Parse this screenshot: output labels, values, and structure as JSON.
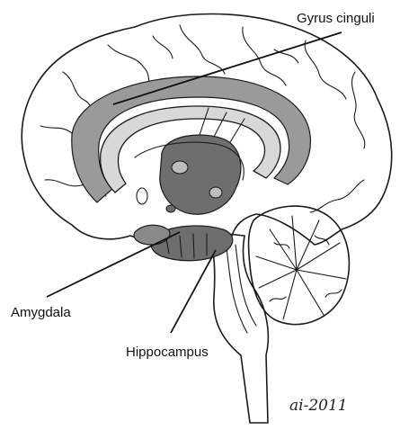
{
  "figure": {
    "labels": {
      "gyrus_cinguli": "Gyrus cinguli",
      "amygdala": "Amygdala",
      "hippocampus": "Hippocampus"
    },
    "signature": "ai-2011",
    "colors": {
      "ink": "#1a1a1a",
      "cingulate_shade": "#9a9a9a",
      "deep_structure_shade": "#6e6e6e",
      "background": "#ffffff"
    }
  }
}
